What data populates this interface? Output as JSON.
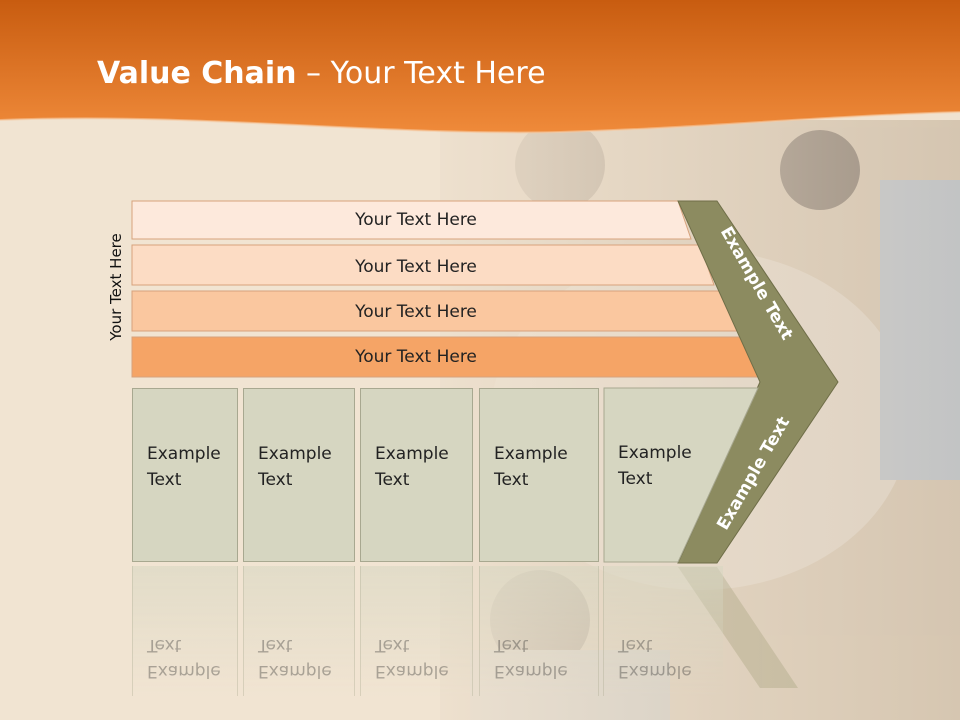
{
  "title": {
    "bold": "Value Chain",
    "rest": " – Your Text Here"
  },
  "side_label": "Your Text Here",
  "bars": [
    {
      "label": "Your Text Here",
      "color": "#fde9dc"
    },
    {
      "label": "Your Text Here",
      "color": "#fcdcc4"
    },
    {
      "label": "Your Text Here",
      "color": "#fac79f"
    },
    {
      "label": "Your Text Here",
      "color": "#f5a466"
    }
  ],
  "boxes": [
    {
      "line1": "Example",
      "line2": "Text"
    },
    {
      "line1": "Example",
      "line2": "Text"
    },
    {
      "line1": "Example",
      "line2": "Text"
    },
    {
      "line1": "Example",
      "line2": "Text"
    },
    {
      "line1": "Example",
      "line2": "Text"
    }
  ],
  "chevron": {
    "top_label": "Example Text",
    "bottom_label": "Example Text",
    "color": "#8c8b60"
  },
  "colors": {
    "header_orange": "#e9782a",
    "box_fill": "#d6d6c1"
  }
}
